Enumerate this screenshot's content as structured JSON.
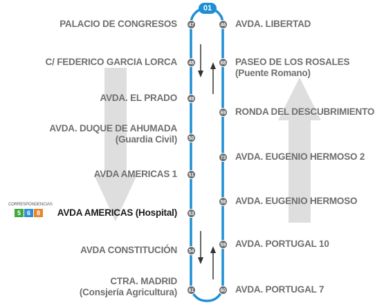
{
  "line": {
    "number": "01",
    "color": "#1f8fd4"
  },
  "stops_left": [
    {
      "name": "PALACIO DE CONGRESOS",
      "number": "47"
    },
    {
      "name": "C/ FEDERICO GARCIA LORCA",
      "number": "48"
    },
    {
      "name": "AVDA. EL PRADO",
      "number": "49"
    },
    {
      "name": "AVDA. DUQUE DE AHUMADA",
      "sub": "(Guardia Civil)",
      "number": "50"
    },
    {
      "name": "AVDA AMERICAS 1",
      "number": "51"
    },
    {
      "name": "AVDA AMERICAS (Hospital)",
      "number": "53",
      "highlight": true
    },
    {
      "name": "AVDA CONSTITUCIÓN",
      "number": "54"
    },
    {
      "name": "CTRA. MADRID",
      "sub": "(Consjería Agricultura)",
      "number": "61"
    }
  ],
  "stops_right": [
    {
      "name": "AVDA. LIBERTAD",
      "number": "46"
    },
    {
      "name": "PASEO DE LOS ROSALES",
      "sub": "(Puente Romano)",
      "number": "68"
    },
    {
      "name": "RONDA DEL DESCUBRIMIENTO",
      "number": "69"
    },
    {
      "name": "AVDA. EUGENIO HERMOSO 2",
      "number": "73"
    },
    {
      "name": "AVDA. EUGENIO HERMOSO",
      "number": "58"
    },
    {
      "name": "AVDA. PORTUGAL 10",
      "number": "59"
    },
    {
      "name": "AVDA. PORTUGAL 7",
      "number": "60"
    }
  ],
  "correspondences": {
    "title": "CORRESPONDENCIAS",
    "lines": [
      {
        "number": "5",
        "color": "#3fa83f"
      },
      {
        "number": "6",
        "color": "#2f8fd4"
      },
      {
        "number": "8",
        "color": "#e8872a"
      }
    ]
  },
  "colors": {
    "stop_marker": "#6e6e6e",
    "label": "#6e6e6e",
    "highlight_label": "#1a1a1a",
    "direction_arrow_bg": "#dedede"
  }
}
